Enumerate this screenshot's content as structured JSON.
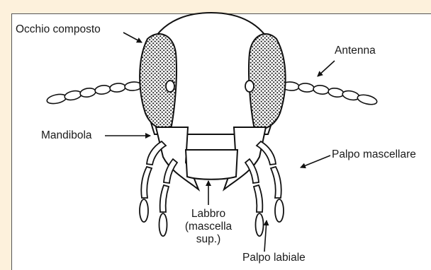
{
  "labels": {
    "compound_eye": "Occhio composto",
    "antenna": "Antenna",
    "mandible": "Mandibola",
    "maxillary_palp": "Palpo mascellare",
    "labrum_line1": "Labbro",
    "labrum_line2": "(mascella",
    "labrum_line3": "sup.)",
    "labial_palp": "Palpo labiale"
  },
  "colors": {
    "background": "#fdf1dc",
    "panel": "#ffffff",
    "ink": "#1a1a1a"
  }
}
